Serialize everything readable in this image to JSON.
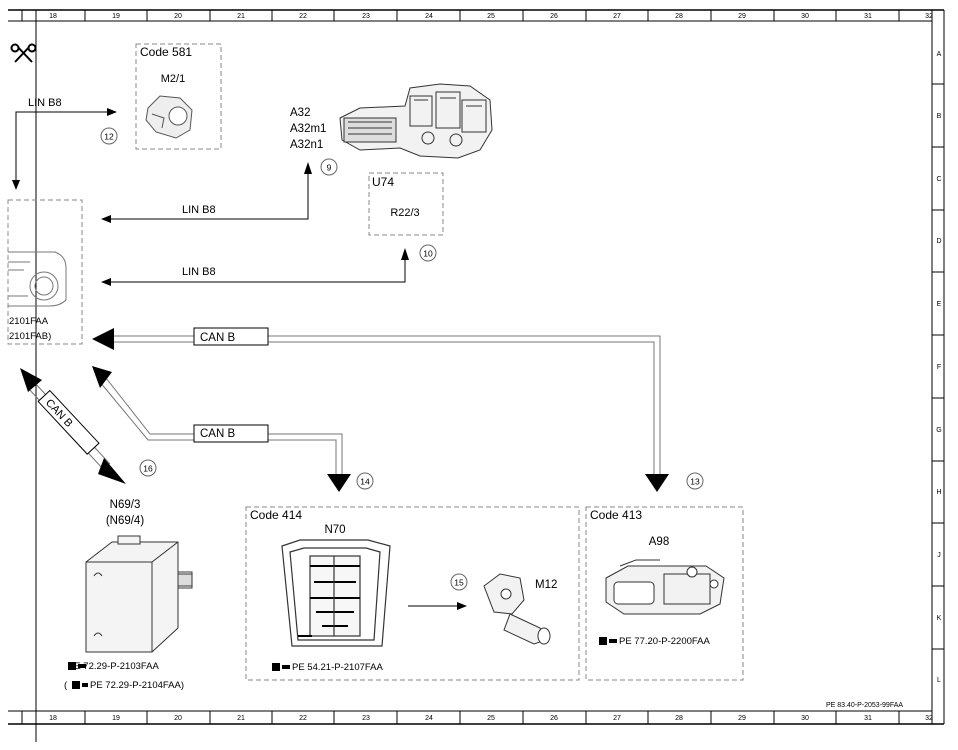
{
  "grid": {
    "columns": [
      "18",
      "19",
      "20",
      "21",
      "22",
      "23",
      "24",
      "25",
      "26",
      "27",
      "28",
      "29",
      "30",
      "31",
      "32"
    ],
    "rows": [
      "A",
      "B",
      "C",
      "D",
      "E",
      "F",
      "G",
      "H",
      "J",
      "K",
      "L"
    ]
  },
  "scissors_icon": "scissors-icon",
  "code581": {
    "label": "Code 581",
    "component": "M2/1",
    "callout": "12"
  },
  "lin_b8_top": "LIN B8",
  "a32": {
    "line1": "A32",
    "line2": "A32m1",
    "line3": "A32n1",
    "callout": "9"
  },
  "u74": {
    "label": "U74",
    "component": "R22/3",
    "callout": "10"
  },
  "lin_b8_mid": "LIN B8",
  "lin_b8_low": "LIN B8",
  "control_unit": {
    "ref1": "2101FAA",
    "ref2": "2101FAB)"
  },
  "can_b_right": "CAN B",
  "can_b_mid": "CAN B",
  "can_b_diag": "CAN B",
  "n69": {
    "line1": "N69/3",
    "line2": "(N69/4)",
    "callout": "16",
    "ref1": "PE 72.29-P-2103FAA",
    "ref2_open": "(",
    "ref2": "PE 72.29-P-2104FAA)"
  },
  "code414": {
    "label": "Code 414",
    "component": "N70",
    "callout_n70": "14",
    "callout_m12": "15",
    "motor": "M12",
    "ref": "PE 54.21-P-2107FAA"
  },
  "code413": {
    "label": "Code 413",
    "component": "A98",
    "callout": "13",
    "ref": "PE 77.20-P-2200FAA"
  },
  "doc_ref": "PE 83.40-P-2053-99FAA"
}
